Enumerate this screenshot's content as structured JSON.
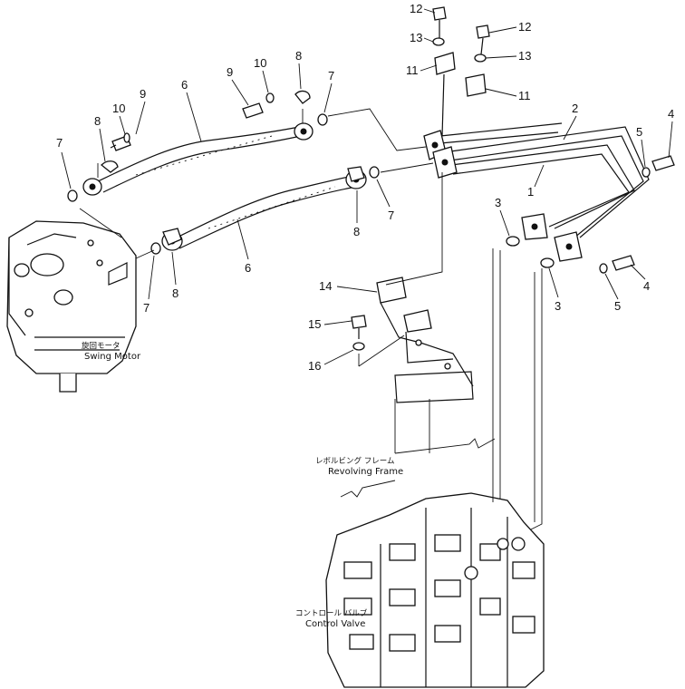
{
  "labels": {
    "swing_motor_jp": "旋回モータ",
    "swing_motor": "Swing Motor",
    "frame_jp": "レボルビング フレーム",
    "frame": "Revolving Frame",
    "valve_jp": "コントロール バルブ",
    "valve": "Control Valve"
  },
  "callouts": {
    "c1": "1",
    "c2": "2",
    "c3a": "3",
    "c3b": "3",
    "c4a": "4",
    "c4b": "4",
    "c5a": "5",
    "c5b": "5",
    "c6a": "6",
    "c6b": "6",
    "c7a": "7",
    "c7b": "7",
    "c7c": "7",
    "c7d": "7",
    "c8a": "8",
    "c8b": "8",
    "c8c": "8",
    "c8d": "8",
    "c9a": "9",
    "c9b": "9",
    "c10a": "10",
    "c10b": "10",
    "c11a": "11",
    "c11b": "11",
    "c12a": "12",
    "c12b": "12",
    "c13a": "13",
    "c13b": "13",
    "c14": "14",
    "c15": "15",
    "c16": "16"
  }
}
